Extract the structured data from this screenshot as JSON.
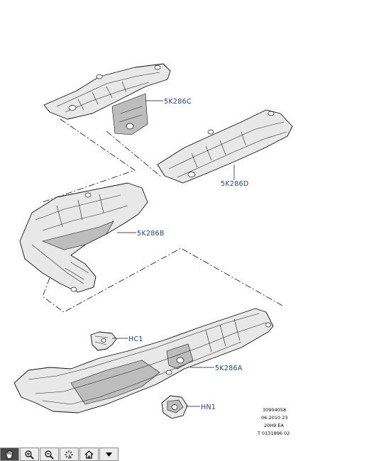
{
  "diagram": {
    "callouts": {
      "c_5k286c": "5K286C",
      "c_5k286d": "5K286D",
      "c_5k286b": "5K286B",
      "c_hc1": "HC1",
      "c_5k286a": "5K286A",
      "c_hn1": "HN1"
    },
    "reference": [
      "30904058",
      "06-2010 23",
      "20H9 EA",
      "T 0131896 02"
    ]
  },
  "toolbar": {
    "buttons": [
      {
        "icon": "pan-hand-icon",
        "state": "active"
      },
      {
        "icon": "zoom-in-icon"
      },
      {
        "icon": "zoom-out-icon"
      },
      {
        "icon": "select-pointer-icon"
      },
      {
        "icon": "home-icon"
      },
      {
        "icon": "dropdown-arrow-icon"
      }
    ]
  }
}
